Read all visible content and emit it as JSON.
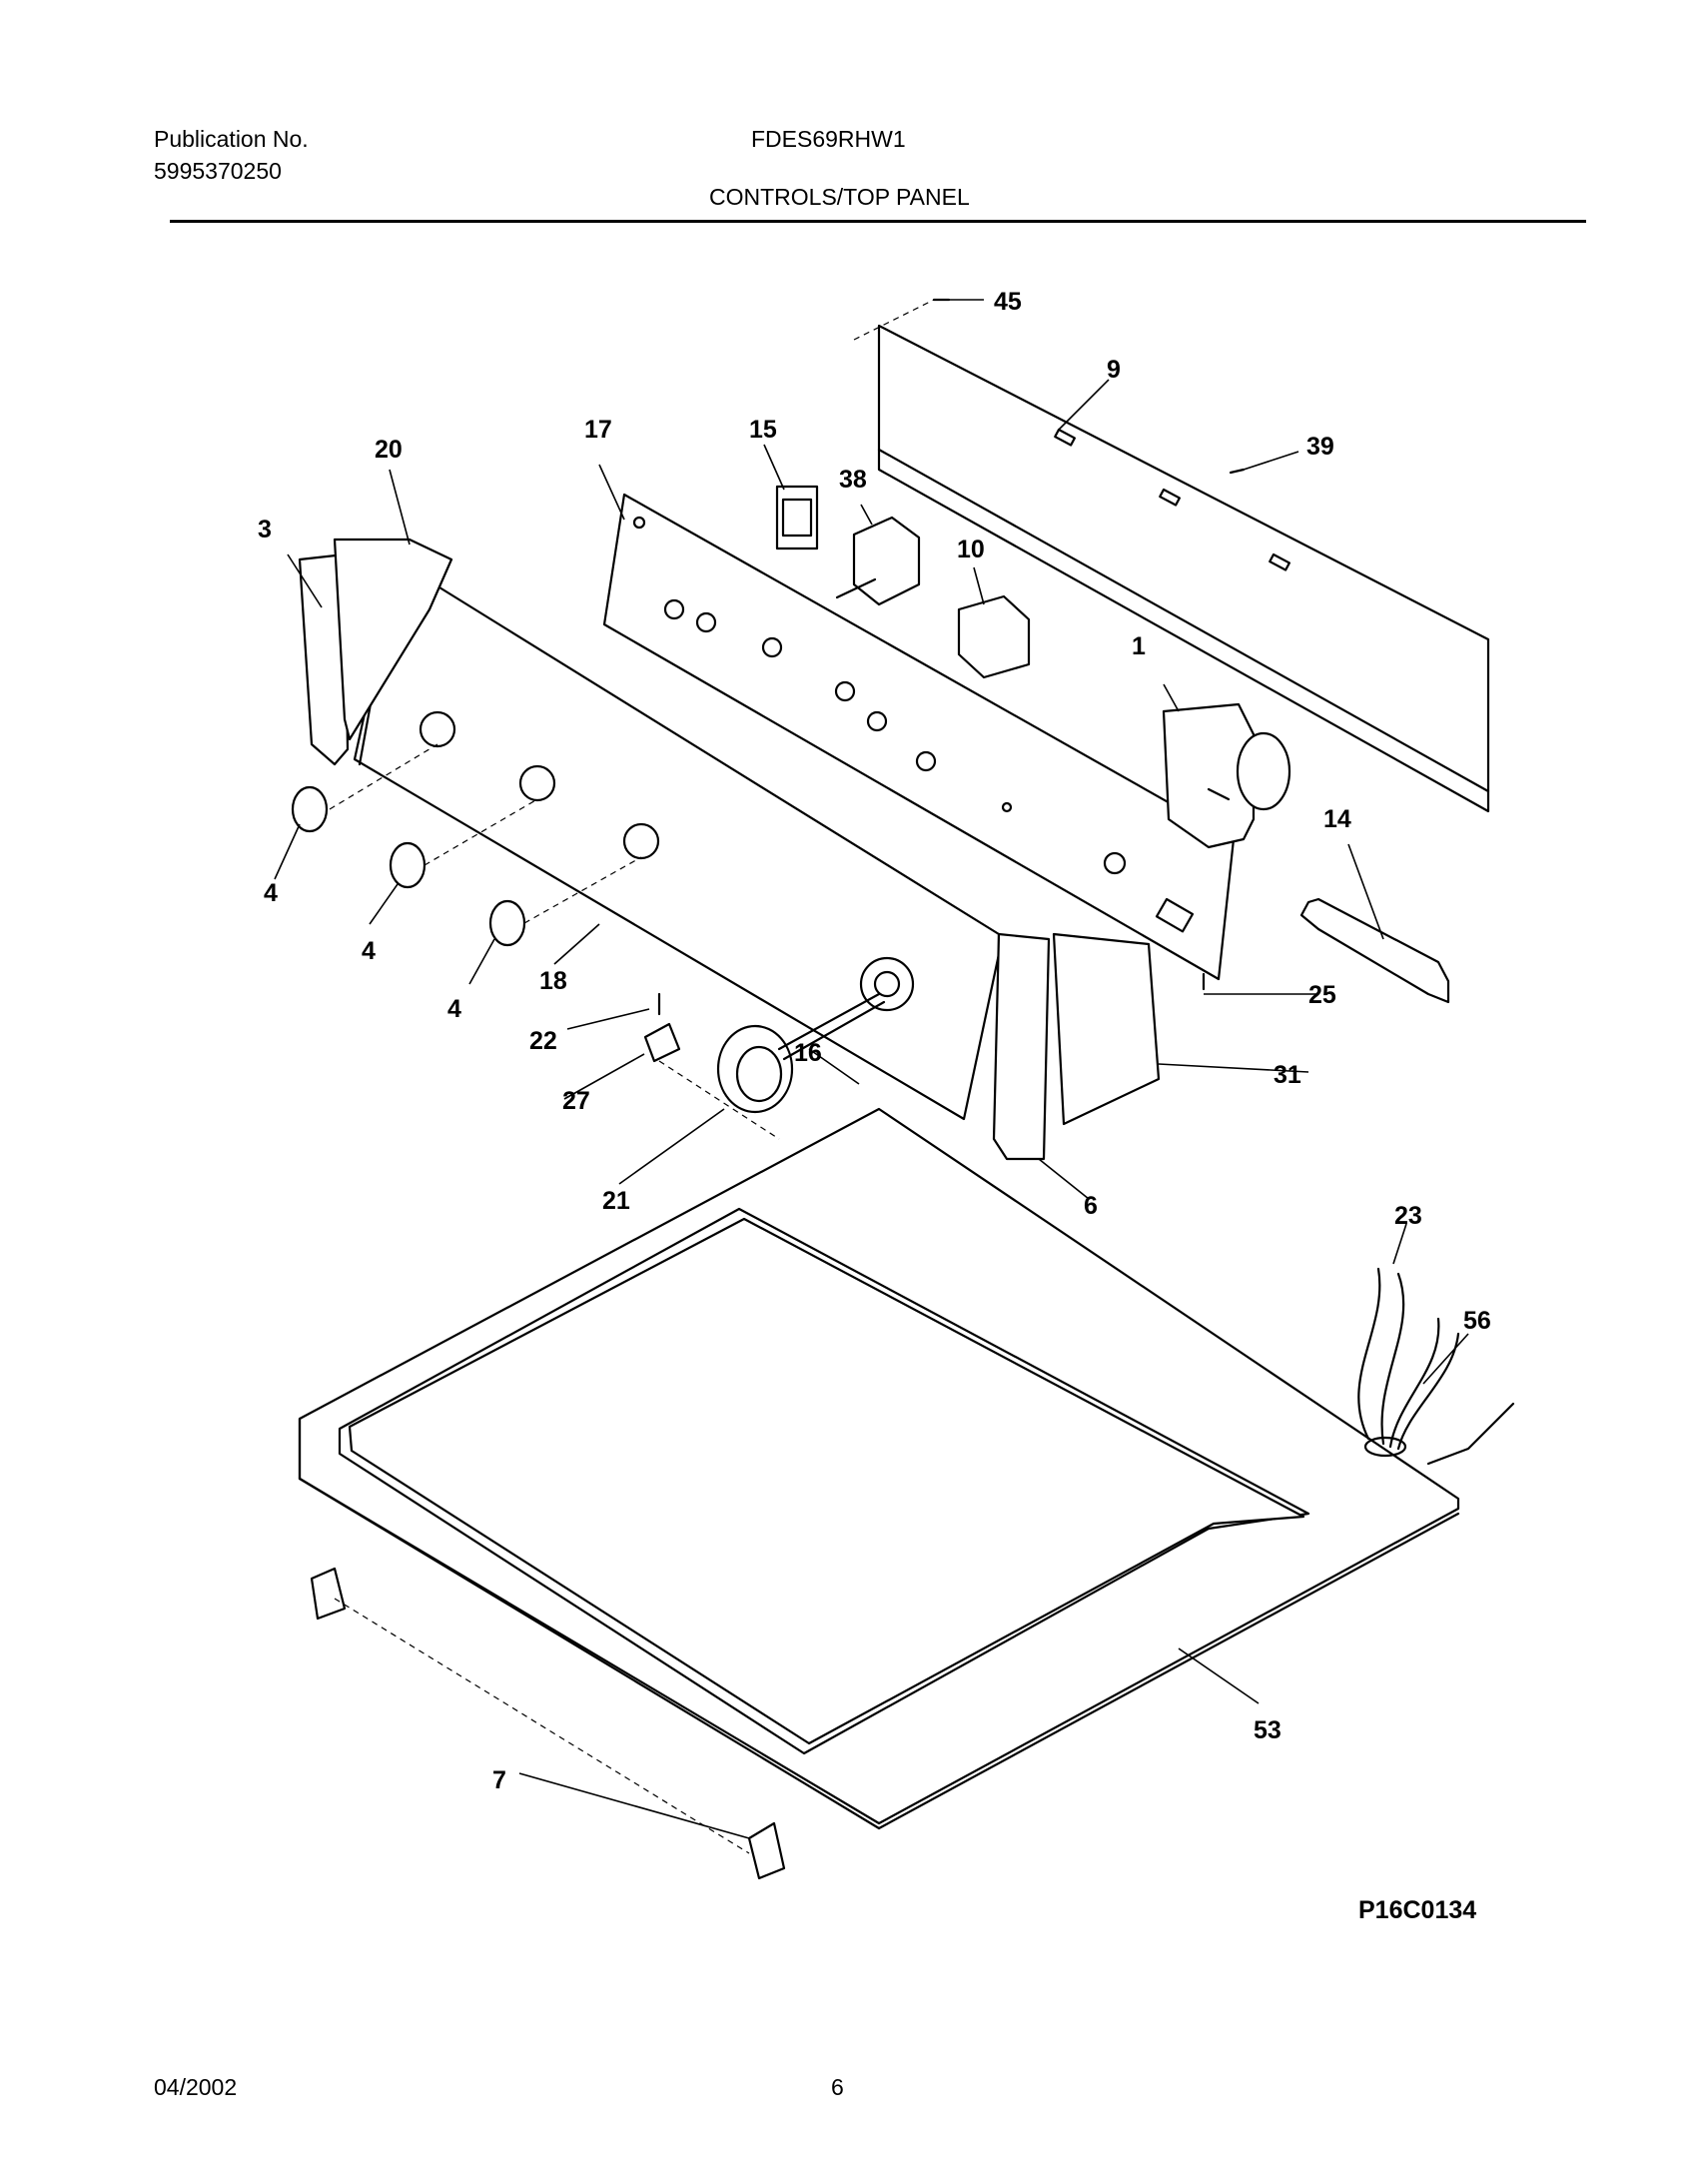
{
  "header": {
    "publication_label": "Publication No.",
    "publication_number": "5995370250",
    "model": "FDES69RHW1",
    "section_title": "CONTROLS/TOP PANEL"
  },
  "diagram": {
    "drawing_id": "P16C0134",
    "callouts": [
      "45",
      "9",
      "39",
      "17",
      "15",
      "38",
      "20",
      "3",
      "10",
      "1",
      "14",
      "4",
      "4",
      "4",
      "18",
      "25",
      "22",
      "31",
      "27",
      "16",
      "21",
      "6",
      "23",
      "56",
      "53",
      "7"
    ]
  },
  "footer": {
    "date": "04/2002",
    "page": "6"
  }
}
